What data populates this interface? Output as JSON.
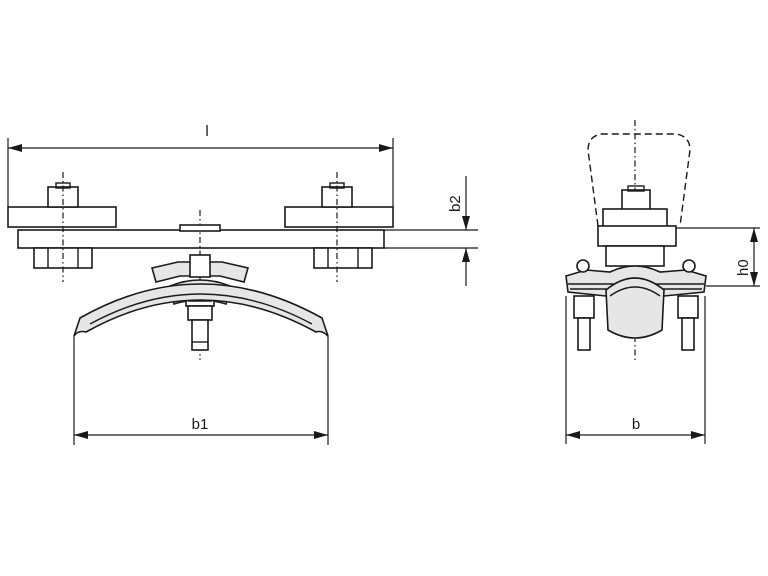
{
  "dimensions": {
    "l": "l",
    "b1": "b1",
    "b2": "b2",
    "b": "b",
    "h0": "h0"
  }
}
